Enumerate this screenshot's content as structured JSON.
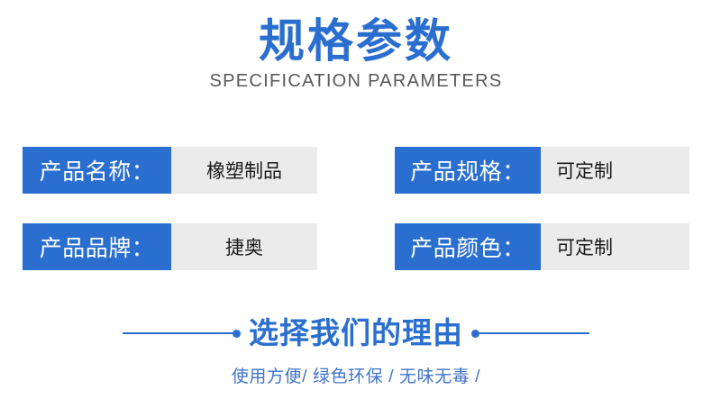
{
  "header": {
    "title": "规格参数",
    "subtitle": "SPECIFICATION PARAMETERS"
  },
  "spec": {
    "rows": [
      {
        "left": {
          "label": "产品名称：",
          "value": "橡塑制品"
        },
        "right": {
          "label": "产品规格：",
          "value": "可定制"
        }
      },
      {
        "left": {
          "label": "产品品牌：",
          "value": "捷奥"
        },
        "right": {
          "label": "产品颜色：",
          "value": "可定制"
        }
      }
    ]
  },
  "banner": {
    "title": "选择我们的理由",
    "features": "使用方便/ 绿色环保 / 无味无毒 /"
  },
  "colors": {
    "brand_blue": "#2a6fd0",
    "value_panel_gray": "#ebebeb",
    "subtitle_gray": "#57585a",
    "feature_blue": "#3f73c8"
  }
}
